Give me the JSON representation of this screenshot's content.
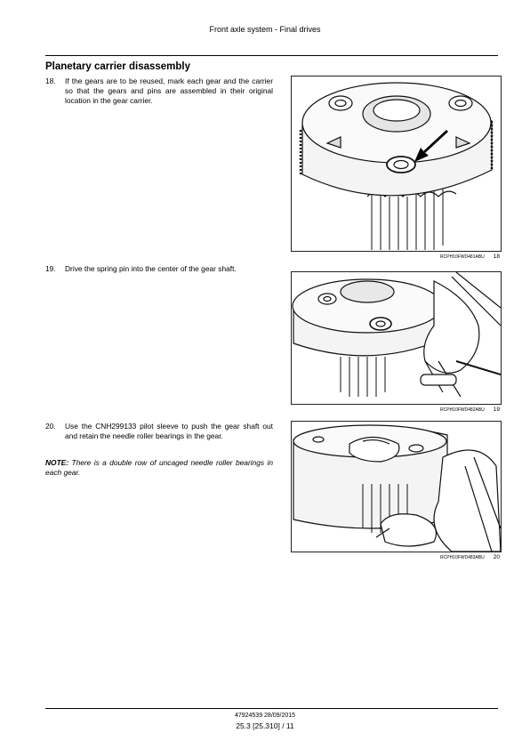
{
  "header": {
    "title": "Front axle system - Final drives"
  },
  "section": {
    "title": "Planetary carrier disassembly"
  },
  "steps": [
    {
      "number": "18.",
      "text": "If the gears are to be reused, mark each gear and the carrier so that the gears and pins are assembled in their original location in the gear carrier."
    },
    {
      "number": "19.",
      "text": "Drive the spring pin into the center of the gear shaft."
    },
    {
      "number": "20.",
      "text": "Use the CNH299133 pilot sleeve to push the gear shaft out and retain the needle roller bearings in the gear."
    }
  ],
  "note": {
    "label": "NOTE:",
    "text": "There is a double row of uncaged needle roller bearings in each gear."
  },
  "figures": [
    {
      "code": "RCPH10FWD481ABU",
      "number": "18"
    },
    {
      "code": "RCPH10FWD482ABU",
      "number": "19"
    },
    {
      "code": "RCPH10FWD483ABU",
      "number": "20"
    }
  ],
  "footer": {
    "doc": "47924539 28/09/2015",
    "page": "25.3 [25.310] / 11"
  }
}
